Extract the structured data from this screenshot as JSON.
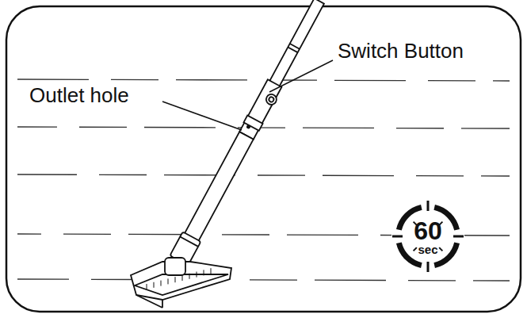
{
  "diagram": {
    "nodes": [
      {
        "text": [
          "60",
          "sec"
        ]
      }
    ],
    "labels": [
      "Switch Button",
      "Outlet hole"
    ]
  }
}
